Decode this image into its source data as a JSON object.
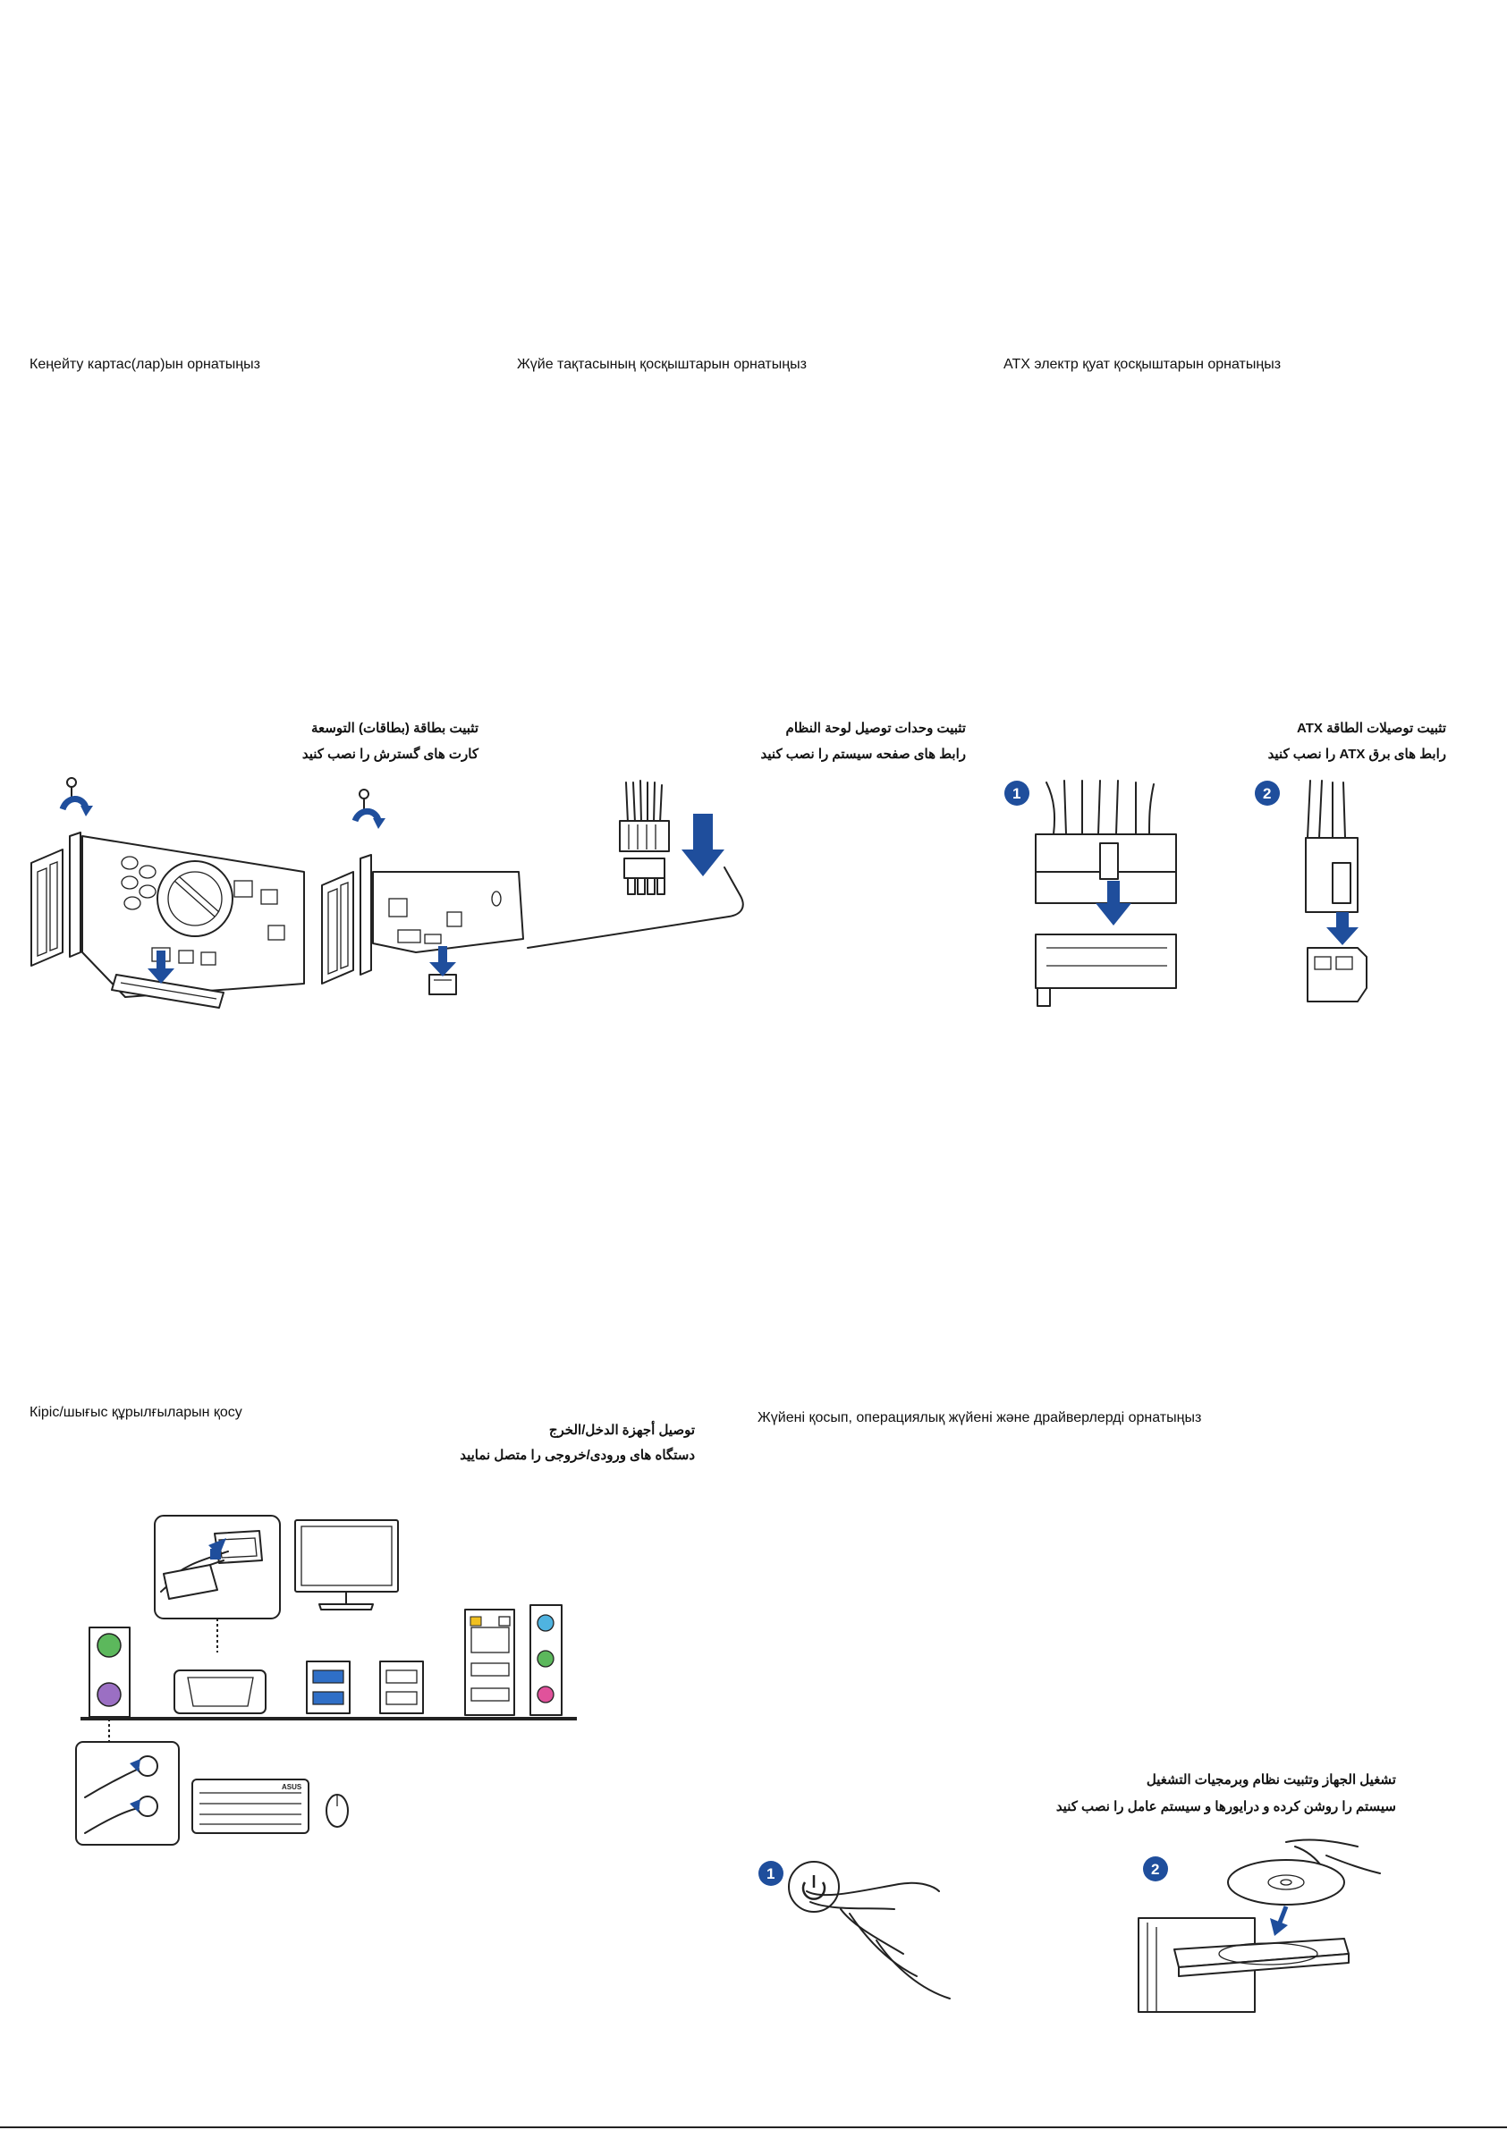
{
  "sections": {
    "expansion": {
      "title_kk": "Кеңейту картас(лар)ын орнатыңыз",
      "title_ar": "تثبيت بطاقة (بطاقات) التوسعة",
      "title_fa": "کارت های گسترش را نصب کنید"
    },
    "system_panel": {
      "title_kk": "Жүйе тақтасының қосқыштарын орнатыңыз",
      "title_ar": "تثبيت وحدات توصيل لوحة النظام",
      "title_fa": "رابط های صفحه سیستم را نصب کنید"
    },
    "atx_power": {
      "title_kk": "ATX электр қуат қосқыштарын орнатыңыз",
      "title_ar": "تثبيت توصيلات الطاقة ATX",
      "title_fa": "رابط های برق ATX را نصب کنید",
      "step1": "1",
      "step2": "2"
    },
    "io_devices": {
      "title_kk": "Кіріс/шығыс құрылғыларын қосу",
      "title_ar": "توصيل أجهزة الدخل/الخرج",
      "title_fa": "دستگاه های ورودی/خروجی را متصل نمایید",
      "keyboard_brand": "ASUS"
    },
    "power_on": {
      "title_kk": "Жүйені қосып, операциялық жүйені және драйверлерді орнатыңыз",
      "title_ar": "تشغيل الجهاز وتثبيت نظام وبرمجيات التشغيل",
      "title_fa": "سیستم را روشن کرده و درایورها و سیستم عامل را نصب کنید",
      "step1": "1",
      "step2": "2"
    }
  },
  "colors": {
    "accent_blue": "#1f4e9c",
    "ps2_keyboard": "#9b6fc3",
    "ps2_mouse": "#5cb85c",
    "audio_blue": "#4fb3e0",
    "audio_green": "#5cb85c",
    "audio_pink": "#e0529b",
    "usb3_blue": "#2f6fc7",
    "lan_led": "#f0c020"
  }
}
